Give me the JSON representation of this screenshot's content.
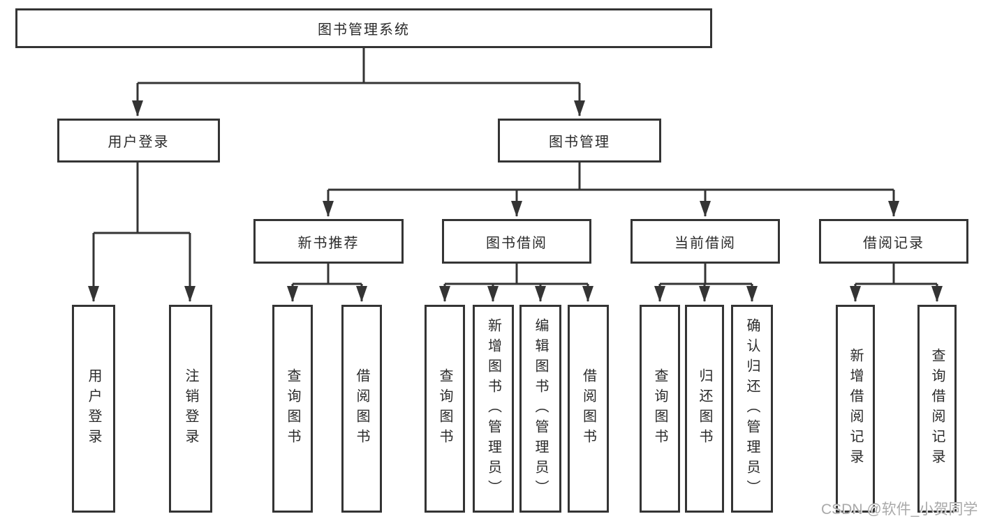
{
  "watermark": "CSDN @软件_小贺同学",
  "tree": {
    "label": "图书管理系统",
    "children": [
      {
        "label": "用户登录",
        "children": [
          {
            "label": "用户登录"
          },
          {
            "label": "注销登录"
          }
        ]
      },
      {
        "label": "图书管理",
        "children": [
          {
            "label": "新书推荐",
            "children": [
              {
                "label": "查询图书"
              },
              {
                "label": "借阅图书"
              }
            ]
          },
          {
            "label": "图书借阅",
            "children": [
              {
                "label": "查询图书"
              },
              {
                "label": "新增图书（管理员）"
              },
              {
                "label": "编辑图书（管理员）"
              },
              {
                "label": "借阅图书"
              }
            ]
          },
          {
            "label": "当前借阅",
            "children": [
              {
                "label": "查询图书"
              },
              {
                "label": "归还图书"
              },
              {
                "label": "确认归还（管理员）"
              }
            ]
          },
          {
            "label": "借阅记录",
            "children": [
              {
                "label": "新增借阅记录"
              },
              {
                "label": "查询借阅记录"
              }
            ]
          }
        ]
      }
    ]
  },
  "line_color": "#343434"
}
